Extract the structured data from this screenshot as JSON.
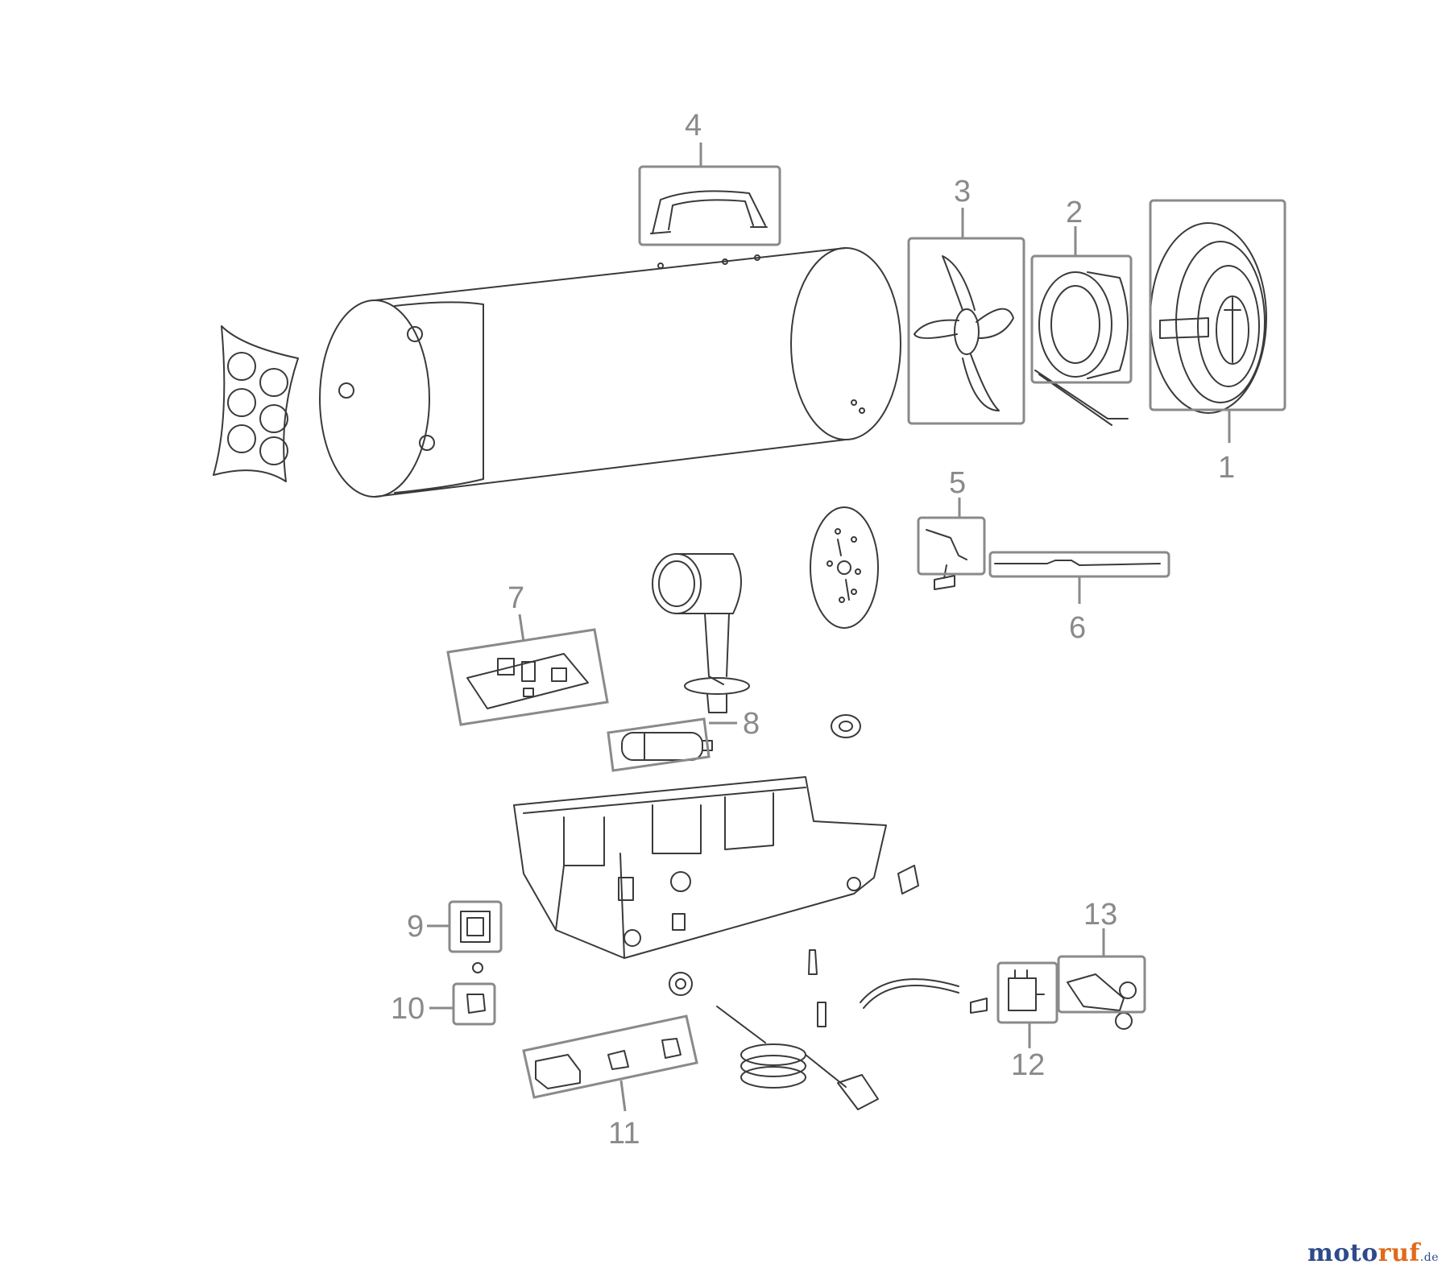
{
  "callouts": [
    "1",
    "2",
    "3",
    "4",
    "5",
    "6",
    "7",
    "8",
    "9",
    "10",
    "11",
    "12",
    "13"
  ],
  "logo": {
    "part1": "moto",
    "part2": "ruf",
    "part3": ".de"
  },
  "colors": {
    "line": "#3a3a3a",
    "box": "#8a8a8a",
    "callout": "#8a8a8a",
    "logo_blue": "#2e4a8a",
    "logo_orange": "#e06a1a"
  }
}
